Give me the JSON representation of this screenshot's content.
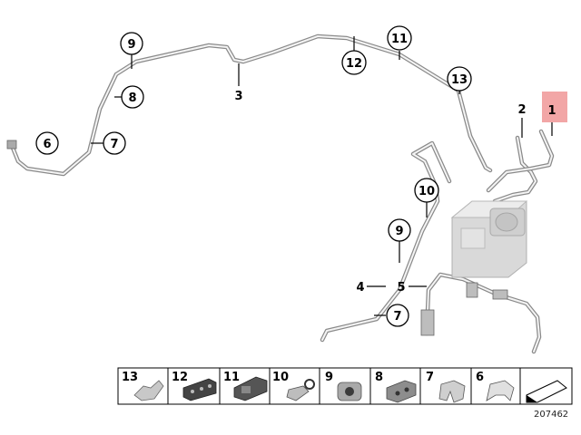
{
  "diagram": {
    "callouts": {
      "c1": "1",
      "c2": "2",
      "c3": "3",
      "c4": "4",
      "c5": "5",
      "c6": "6",
      "c7a": "7",
      "c7b": "7",
      "c8": "8",
      "c9a": "9",
      "c9b": "9",
      "c10": "10",
      "c11": "11",
      "c12": "12",
      "c13": "13"
    },
    "highlight_color": "#f2a6a6",
    "legend": {
      "cells": [
        "13",
        "12",
        "11",
        "10",
        "9",
        "8",
        "7",
        "6"
      ],
      "icons": [
        "clip-icon",
        "bracket-icon",
        "double-bracket-icon",
        "hose-clip-icon",
        "cap-nut-icon",
        "union-block-icon",
        "line-holder-icon",
        "bracket-plate-icon",
        "pencil-icon"
      ]
    },
    "doc_number": "207462"
  }
}
